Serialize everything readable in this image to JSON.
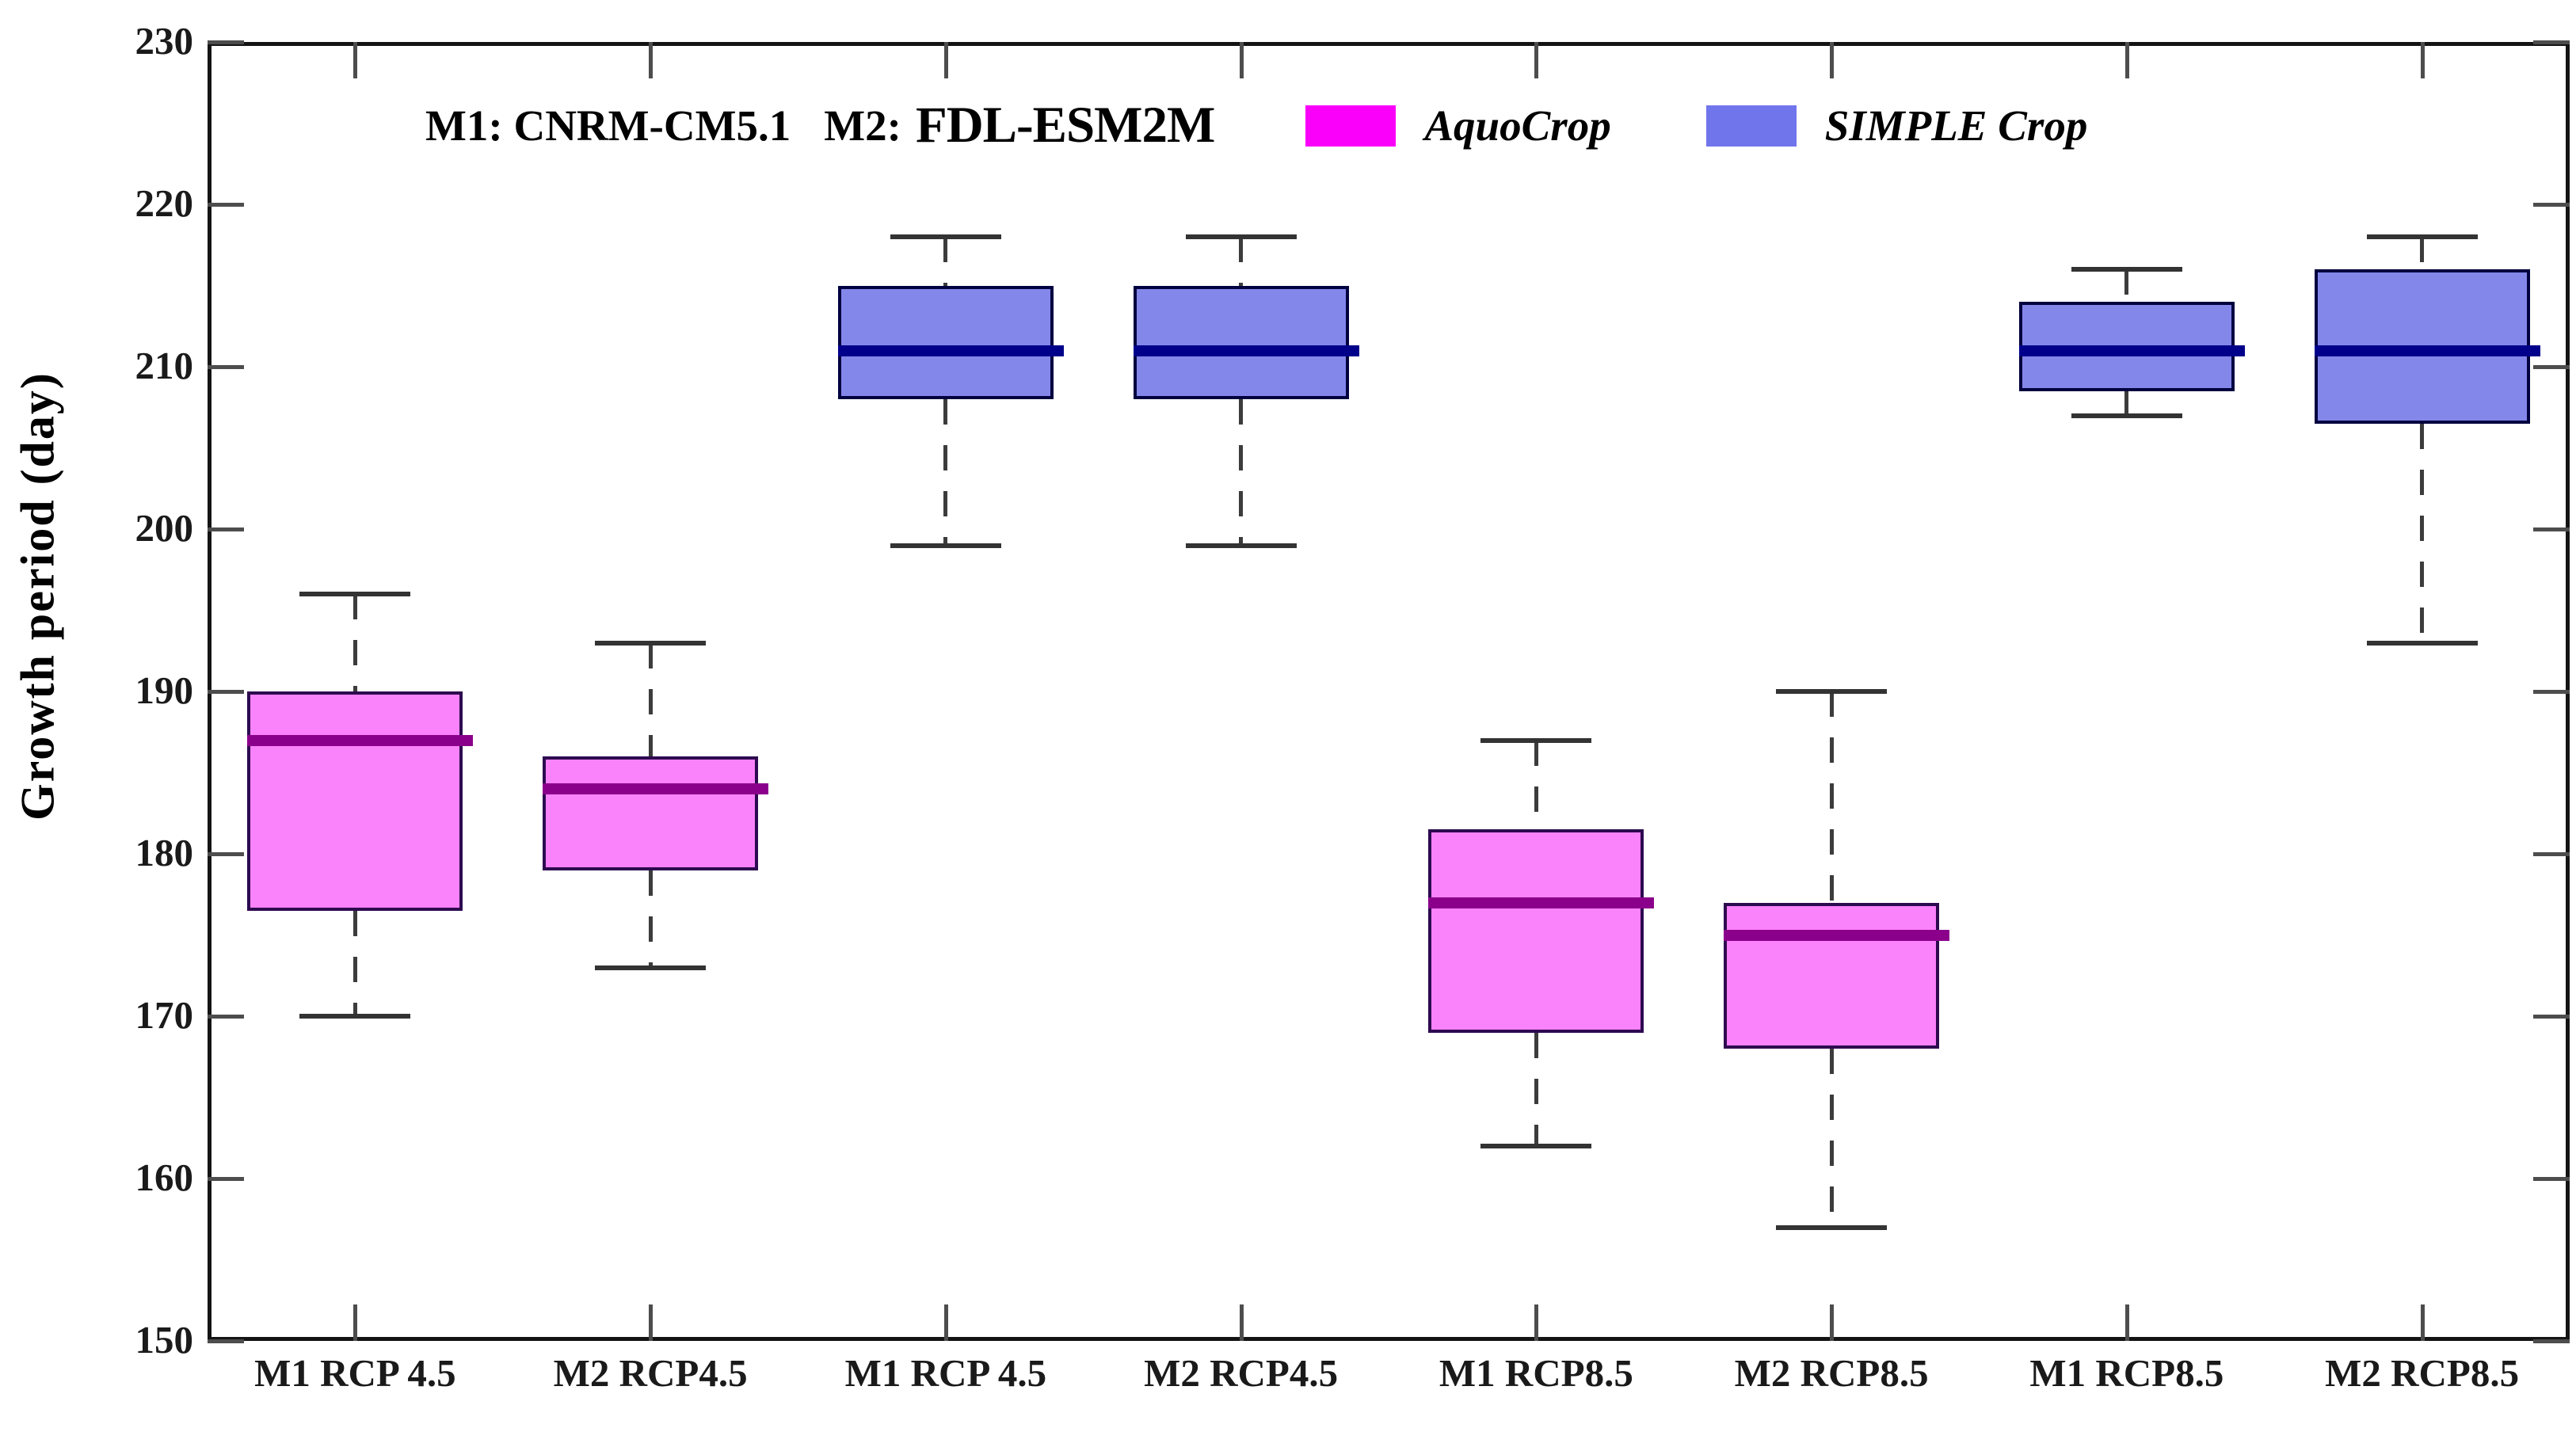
{
  "figure": {
    "background": "#ffffff"
  },
  "header": {
    "model_key_1": "M1: CNRM-CM5.1",
    "model_key_2": "M2:",
    "model_key_2_value": "FDL-ESM2M"
  },
  "legend": {
    "items": [
      {
        "label": "AquoCrop",
        "color": "#fa00fa"
      },
      {
        "label": "SIMPLE Crop",
        "color": "#7175ec"
      }
    ]
  },
  "chart_data": {
    "type": "boxplot",
    "title": "M1: CNRM-CM5.1  M2: FDL-ESM2M",
    "ylabel": "Growth period (day)",
    "xlabel": "",
    "ylim": [
      150,
      230
    ],
    "y_ticks": [
      150,
      160,
      170,
      180,
      190,
      200,
      210,
      220,
      230
    ],
    "grid": false,
    "legend_position": "top-center-inside",
    "frame": "full-box-with-inward-ticks",
    "categories": [
      "M1 RCP 4.5",
      "M2 RCP4.5",
      "M1 RCP 4.5",
      "M2 RCP4.5",
      "M1 RCP8.5",
      "M2 RCP8.5",
      "M1 RCP8.5",
      "M2 RCP8.5"
    ],
    "boxes": [
      {
        "category": "M1 RCP 4.5",
        "group": "AquoCrop",
        "whisker_low": 170,
        "q1": 176.5,
        "median": 187,
        "q3": 190,
        "whisker_high": 196
      },
      {
        "category": "M2 RCP4.5",
        "group": "AquoCrop",
        "whisker_low": 173,
        "q1": 179,
        "median": 184,
        "q3": 186,
        "whisker_high": 193
      },
      {
        "category": "M1 RCP 4.5",
        "group": "SIMPLE Crop",
        "whisker_low": 199,
        "q1": 208,
        "median": 211,
        "q3": 215,
        "whisker_high": 218
      },
      {
        "category": "M2 RCP4.5",
        "group": "SIMPLE Crop",
        "whisker_low": 199,
        "q1": 208,
        "median": 211,
        "q3": 215,
        "whisker_high": 218
      },
      {
        "category": "M1 RCP8.5",
        "group": "AquoCrop",
        "whisker_low": 162,
        "q1": 169,
        "median": 177,
        "q3": 181.5,
        "whisker_high": 187
      },
      {
        "category": "M2 RCP8.5",
        "group": "AquoCrop",
        "whisker_low": 157,
        "q1": 168,
        "median": 175,
        "q3": 177,
        "whisker_high": 190
      },
      {
        "category": "M1 RCP8.5",
        "group": "SIMPLE Crop",
        "whisker_low": 207,
        "q1": 208.5,
        "median": 211,
        "q3": 214,
        "whisker_high": 216
      },
      {
        "category": "M2 RCP8.5",
        "group": "SIMPLE Crop",
        "whisker_low": 193,
        "q1": 206.5,
        "median": 211,
        "q3": 216,
        "whisker_high": 218
      }
    ],
    "styles": {
      "AquoCrop": {
        "fill": "#fa82fa",
        "border": "#2d0a50",
        "median": "#8b008b"
      },
      "SIMPLE Crop": {
        "fill": "#8487ea",
        "border": "#01013f",
        "median": "#00008b"
      }
    },
    "whisker_style": {
      "color": "#3c3c3c",
      "dashed": true,
      "cap_color": "#333333"
    }
  }
}
